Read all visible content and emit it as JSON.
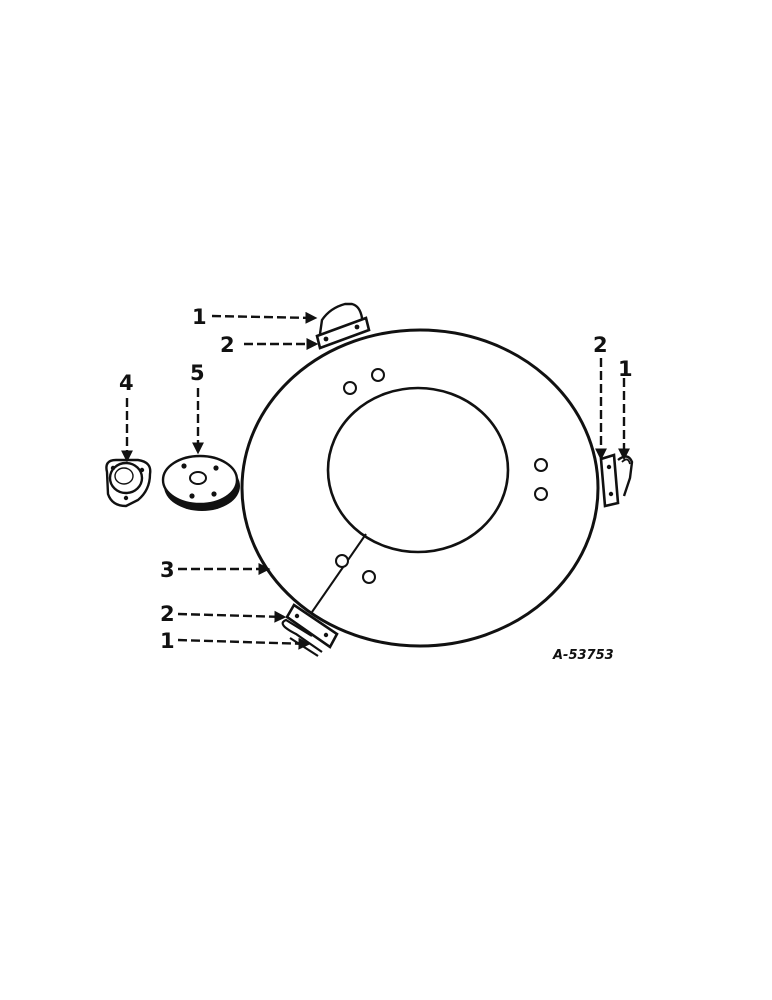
{
  "diagram": {
    "reference_number": "A-53753",
    "callouts": {
      "c1_top": "1",
      "c2_top": "2",
      "c2_right": "2",
      "c1_right": "1",
      "c4": "4",
      "c5": "5",
      "c3": "3",
      "c2_bottom": "2",
      "c1_bottom": "1"
    }
  }
}
